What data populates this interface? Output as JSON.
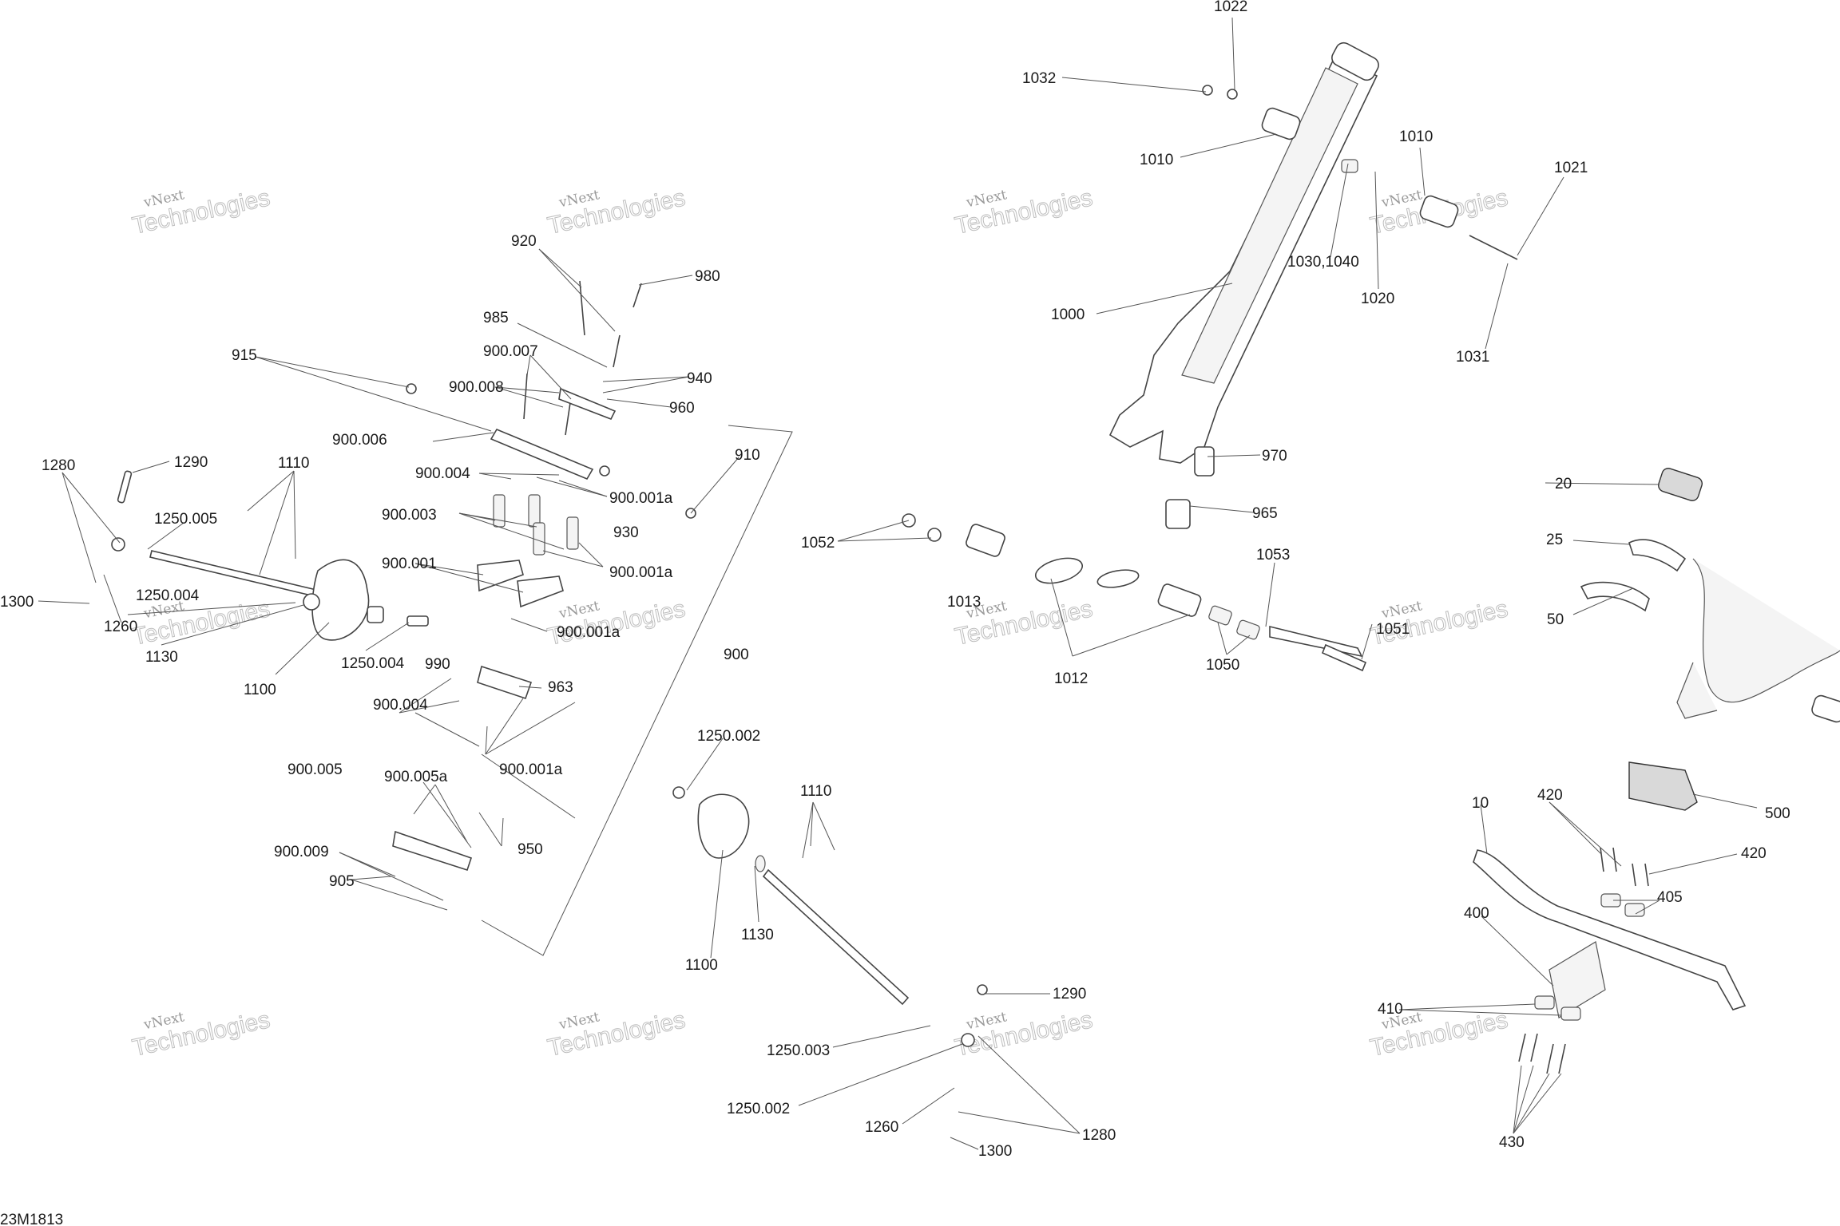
{
  "diagram_id": "23M1813",
  "watermark": {
    "line1": "vNext",
    "line2": "Technologies"
  },
  "callouts": [
    "1022",
    "1032",
    "1010",
    "1010",
    "1021",
    "1030,1040",
    "1020",
    "1031",
    "1000",
    "970",
    "965",
    "1052",
    "1053",
    "1013",
    "1012",
    "1050",
    "1051",
    "20",
    "25",
    "50",
    "500",
    "10",
    "420",
    "420",
    "405",
    "400",
    "410",
    "430",
    "920",
    "980",
    "985",
    "915",
    "900.007",
    "940",
    "900.008",
    "960",
    "900.006",
    "910",
    "900.004",
    "900.001a",
    "900.003",
    "930",
    "900.001a",
    "900.001",
    "900.001a",
    "900",
    "990",
    "963",
    "900.004",
    "900.001a",
    "900.005",
    "900.005a",
    "950",
    "900.009",
    "905",
    "1280",
    "1290",
    "1110",
    "1250.005",
    "1300",
    "1250.004",
    "1260",
    "1130",
    "1100",
    "1250.004",
    "1250.002",
    "1110",
    "1100",
    "1130",
    "1290",
    "1250.003",
    "1250.002",
    "1260",
    "1280",
    "1300"
  ]
}
